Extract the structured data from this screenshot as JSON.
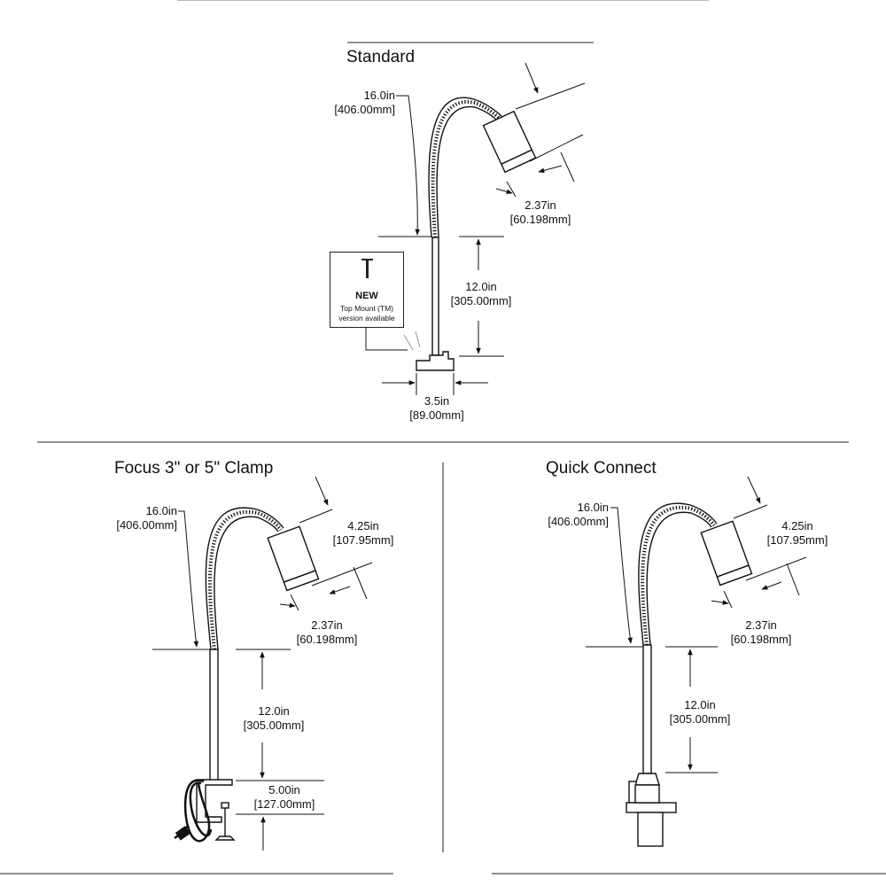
{
  "panels": {
    "standard": {
      "title": "Standard",
      "gooseneck": {
        "in": "16.0in",
        "mm": "[406.00mm]"
      },
      "head_diameter": {
        "in": "2.37in",
        "mm": "[60.198mm]"
      },
      "stem": {
        "in": "12.0in",
        "mm": "[305.00mm]"
      },
      "base": {
        "in": "3.5in",
        "mm": "[89.00mm]"
      },
      "callout": {
        "title": "NEW",
        "line1": "Top Mount (TM)",
        "line2": "version available"
      }
    },
    "clamp": {
      "title": "Focus 3\" or 5\" Clamp",
      "gooseneck": {
        "in": "16.0in",
        "mm": "[406.00mm]"
      },
      "head_length": {
        "in": "4.25in",
        "mm": "[107.95mm]"
      },
      "head_diameter": {
        "in": "2.37in",
        "mm": "[60.198mm]"
      },
      "stem": {
        "in": "12.0in",
        "mm": "[305.00mm]"
      },
      "clamp_opening": {
        "in": "5.00in",
        "mm": "[127.00mm]"
      }
    },
    "quick_connect": {
      "title": "Quick Connect",
      "gooseneck": {
        "in": "16.0in",
        "mm": "[406.00mm]"
      },
      "head_length": {
        "in": "4.25in",
        "mm": "[107.95mm]"
      },
      "head_diameter": {
        "in": "2.37in",
        "mm": "[60.198mm]"
      },
      "stem": {
        "in": "12.0in",
        "mm": "[305.00mm]"
      }
    }
  }
}
